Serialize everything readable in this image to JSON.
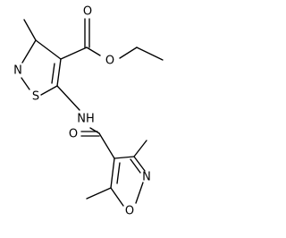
{
  "structure": {
    "colors": {
      "bond": "#000000",
      "atom_label": "#000000",
      "background": "#ffffff"
    },
    "atoms": {
      "ester_carbonyl_o": "O",
      "ester_ether_o": "O",
      "isothiazole_n": "N",
      "isothiazole_s": "S",
      "amide_nh": "NH",
      "amide_o": "O",
      "isoxazole_n": "N",
      "isoxazole_o": "O"
    }
  }
}
